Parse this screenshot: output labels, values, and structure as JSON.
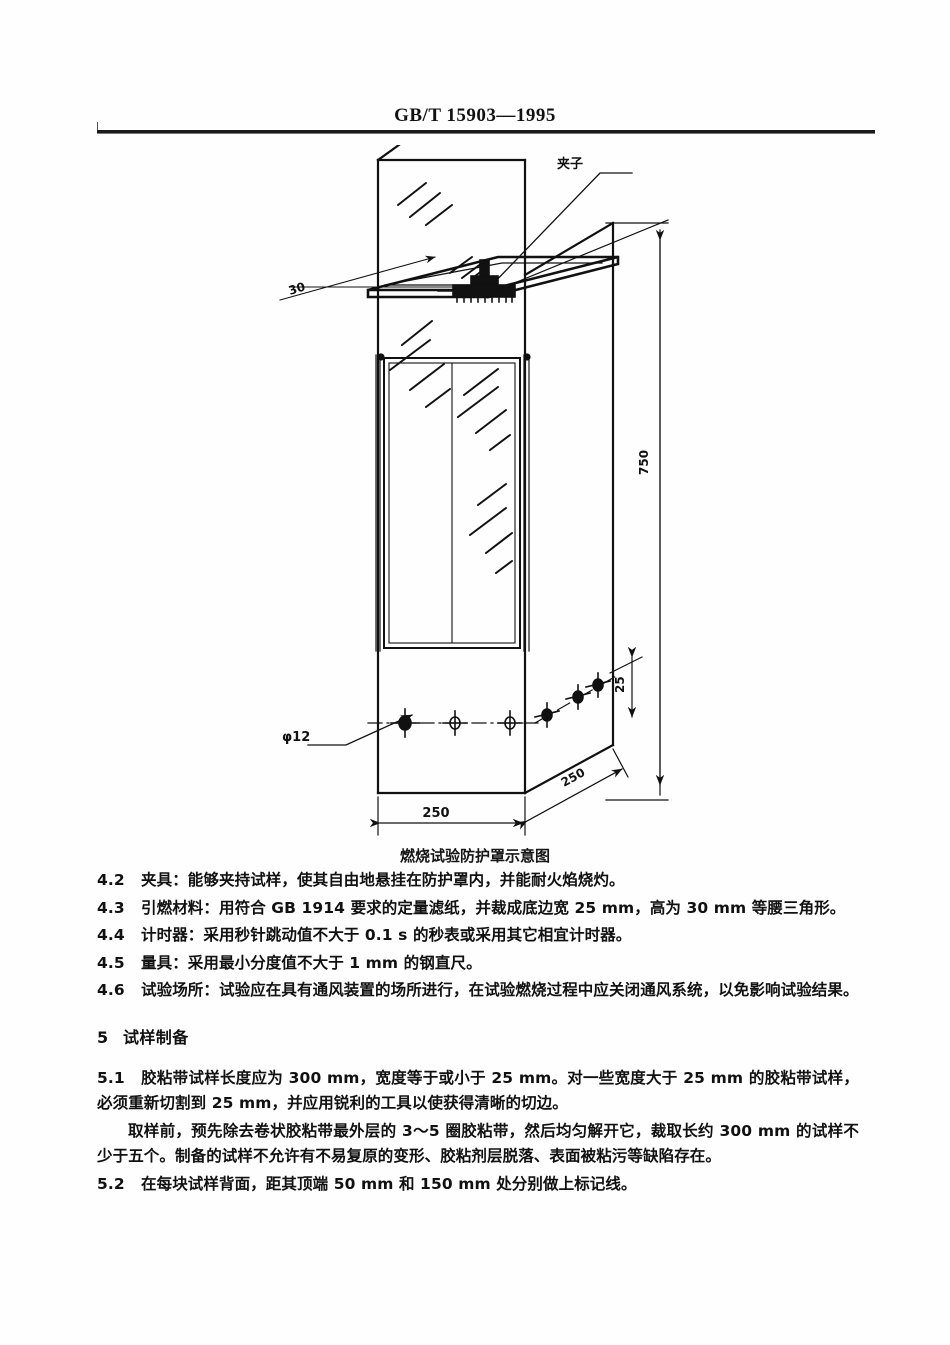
{
  "header": {
    "standard_number": "GB/T 15903—1995"
  },
  "figure": {
    "caption": "燃烧试验防护罩示意图",
    "labels": {
      "clamp": "夹子",
      "depth_top": "30",
      "height": "750",
      "hole_diameter": "φ12",
      "hole_row_offset": "25",
      "width_front": "250",
      "width_side": "250"
    }
  },
  "body": {
    "paragraphs": [
      {
        "id": "4.2",
        "num": "4.2",
        "text": "夹具：能够夹持试样，使其自由地悬挂在防护罩内，并能耐火焰烧灼。"
      },
      {
        "id": "4.3",
        "num": "4.3",
        "text": "引燃材料：用符合 GB 1914 要求的定量滤纸，并裁成底边宽 25 mm，高为 30 mm 等腰三角形。"
      },
      {
        "id": "4.4",
        "num": "4.4",
        "text": "计时器：采用秒针跳动值不大于 0.1 s 的秒表或采用其它相宜计时器。"
      },
      {
        "id": "4.5",
        "num": "4.5",
        "text": "量具：采用最小分度值不大于 1 mm 的钢直尺。"
      },
      {
        "id": "4.6",
        "num": "4.6",
        "text": "试验场所：试验应在具有通风装置的场所进行，在试验燃烧过程中应关闭通风系统，以免影响试验结果。"
      }
    ],
    "section5": {
      "num": "5",
      "title": "试样制备",
      "paragraphs": [
        {
          "id": "5.1",
          "num": "5.1",
          "text": "胶粘带试样长度应为 300 mm，宽度等于或小于 25 mm。对一些宽度大于 25 mm 的胶粘带试样，必须重新切割到 25 mm，并应用锐利的工具以使获得清晰的切边。"
        },
        {
          "id": "5.1b",
          "num": "",
          "text": "取样前，预先除去卷状胶粘带最外层的 3～5 圈胶粘带，然后均匀解开它，裁取长约 300 mm 的试样不少于五个。制备的试样不允许有不易复原的变形、胶粘剂层脱落、表面被粘污等缺陷存在。"
        },
        {
          "id": "5.2",
          "num": "5.2",
          "text": "在每块试样背面，距其顶端 50 mm 和 150 mm 处分别做上标记线。"
        }
      ]
    }
  },
  "colors": {
    "ink": "#111111",
    "rule": "#1b1b1b",
    "paper": "#fefefe"
  }
}
